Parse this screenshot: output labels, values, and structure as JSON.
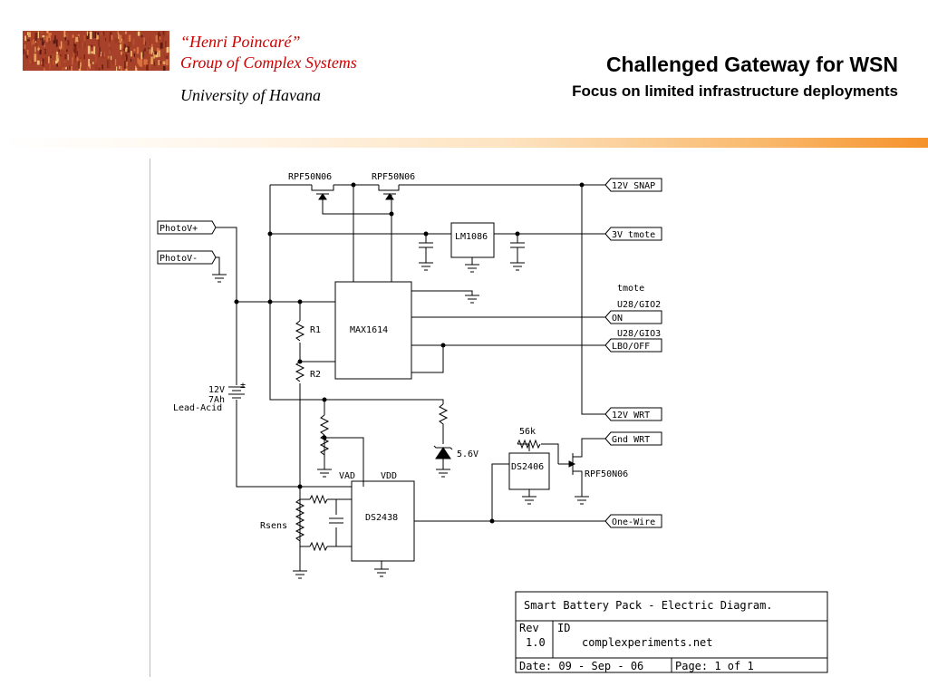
{
  "header": {
    "group_line1": "“Henri Poincaré”",
    "group_line2": "Group of Complex Systems",
    "university": "University of Havana",
    "title": "Challenged Gateway for WSN",
    "subtitle": "Focus on limited infrastructure deployments"
  },
  "schematic": {
    "components": {
      "mosfet1": "RPF50N06",
      "mosfet2": "RPF50N06",
      "mosfet3": "RPF50N06",
      "regulator": "LM1086",
      "controller": "MAX1614",
      "monitor": "DS2438",
      "id_chip": "DS2406",
      "r1": "R1",
      "r2": "R2",
      "rsens": "Rsens",
      "r56k": "56k",
      "zener": "5.6V",
      "vad": "VAD",
      "vdd": "VDD",
      "battery_voltage": "12V",
      "battery_capacity": "7Ah",
      "battery_type": "Lead-Acid",
      "plus_minus": "±"
    },
    "ports": {
      "photov_plus": "PhotoV+",
      "photov_minus": "PhotoV-",
      "snap_12v": "12V SNAP",
      "tmote_3v": "3V tmote",
      "on": "ON",
      "lbo_off": "LBO/OFF",
      "wrt_12v": "12V WRT",
      "gnd_wrt": "Gnd WRT",
      "one_wire": "One-Wire"
    },
    "annotations": {
      "tmote": "tmote",
      "u28_gio2": "U28/GIO2",
      "u28_gio3": "U28/GIO3"
    }
  },
  "title_block": {
    "heading": "Smart Battery Pack - Electric Diagram.",
    "rev_label": "Rev",
    "rev_value": "1.0",
    "id_label": "ID",
    "id_value": "complexperiments.net",
    "date": "Date: 09 - Sep - 06",
    "page": "Page: 1 of 1"
  }
}
